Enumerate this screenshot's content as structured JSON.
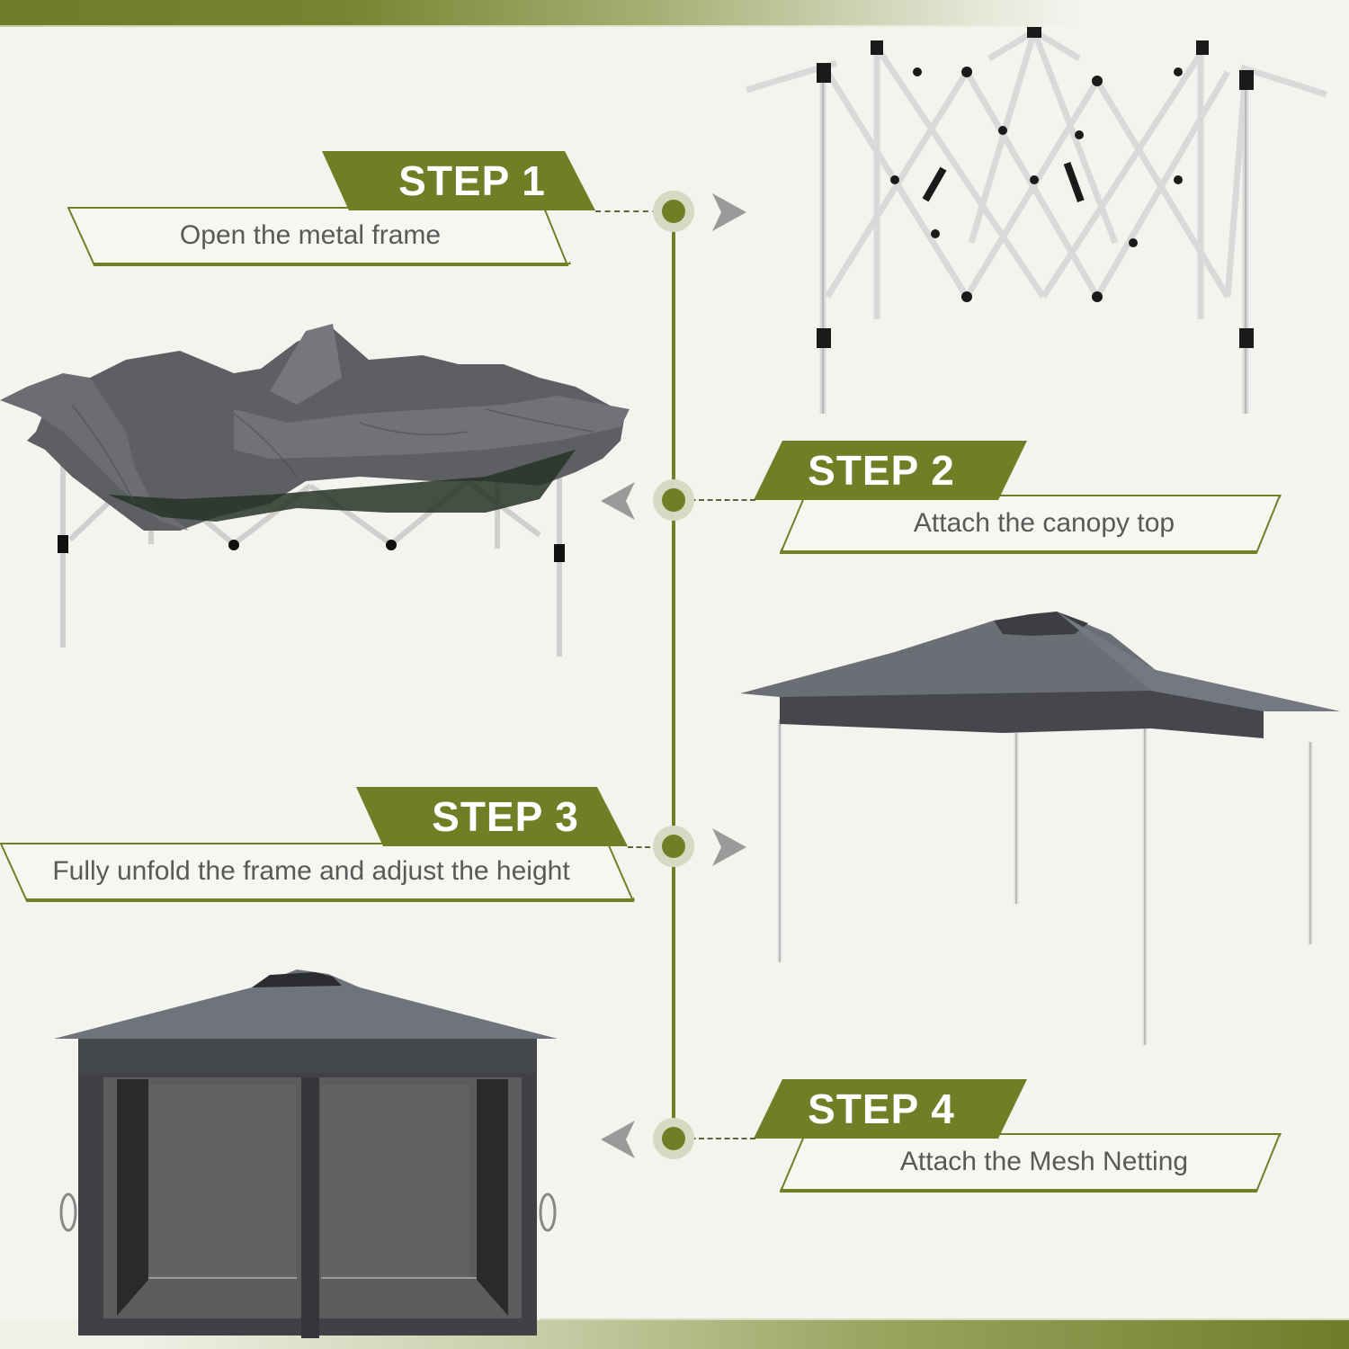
{
  "colors": {
    "accent_green": "#6f7f26",
    "node_halo": "#d6dac2",
    "caption_text": "#595959",
    "arrow_gray": "#9a9a9a",
    "background": "#f4f4ef",
    "canopy_gray": "#6b6e75"
  },
  "steps": [
    {
      "badge": "STEP 1",
      "caption": "Open the metal frame",
      "arrow": "chevron-right",
      "image": "expanded-metal-frame"
    },
    {
      "badge": "STEP 2",
      "caption": "Attach the canopy top",
      "arrow": "chevron-left",
      "image": "frame-with-draped-canopy"
    },
    {
      "badge": "STEP 3",
      "caption": "Fully unfold the frame and adjust the height",
      "arrow": "chevron-right",
      "image": "fully-raised-canopy-tent"
    },
    {
      "badge": "STEP 4",
      "caption": "Attach the Mesh Netting",
      "arrow": "chevron-left",
      "image": "canopy-with-mesh-netting"
    }
  ]
}
